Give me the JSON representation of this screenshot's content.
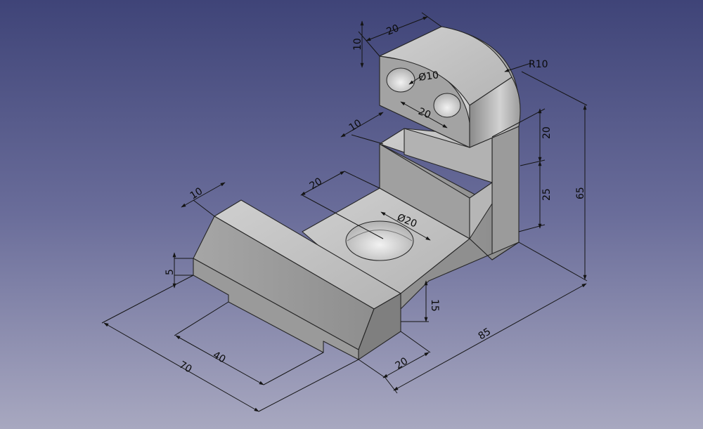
{
  "colors": {
    "bg_top": "#3f4478",
    "bg_bottom": "#a8a8c0",
    "dimension": "#141414",
    "face_light": "#c4c4c4",
    "face_mid": "#a8a8a8",
    "face_dark": "#8c8c8c"
  },
  "dimensions": {
    "d_20_top": "20",
    "d_10_top": "10",
    "d_r10": "R10",
    "d_dia10": "Ø10",
    "d_20_holes": "20",
    "d_10_step": "10",
    "d_20_right": "20",
    "d_25_right": "25",
    "d_65": "65",
    "d_20_mid": "20",
    "d_dia20": "Ø20",
    "d_10_left": "10",
    "d_5": "5",
    "d_15": "15",
    "d_70": "70",
    "d_40": "40",
    "d_20_bottom": "20",
    "d_85": "85"
  }
}
